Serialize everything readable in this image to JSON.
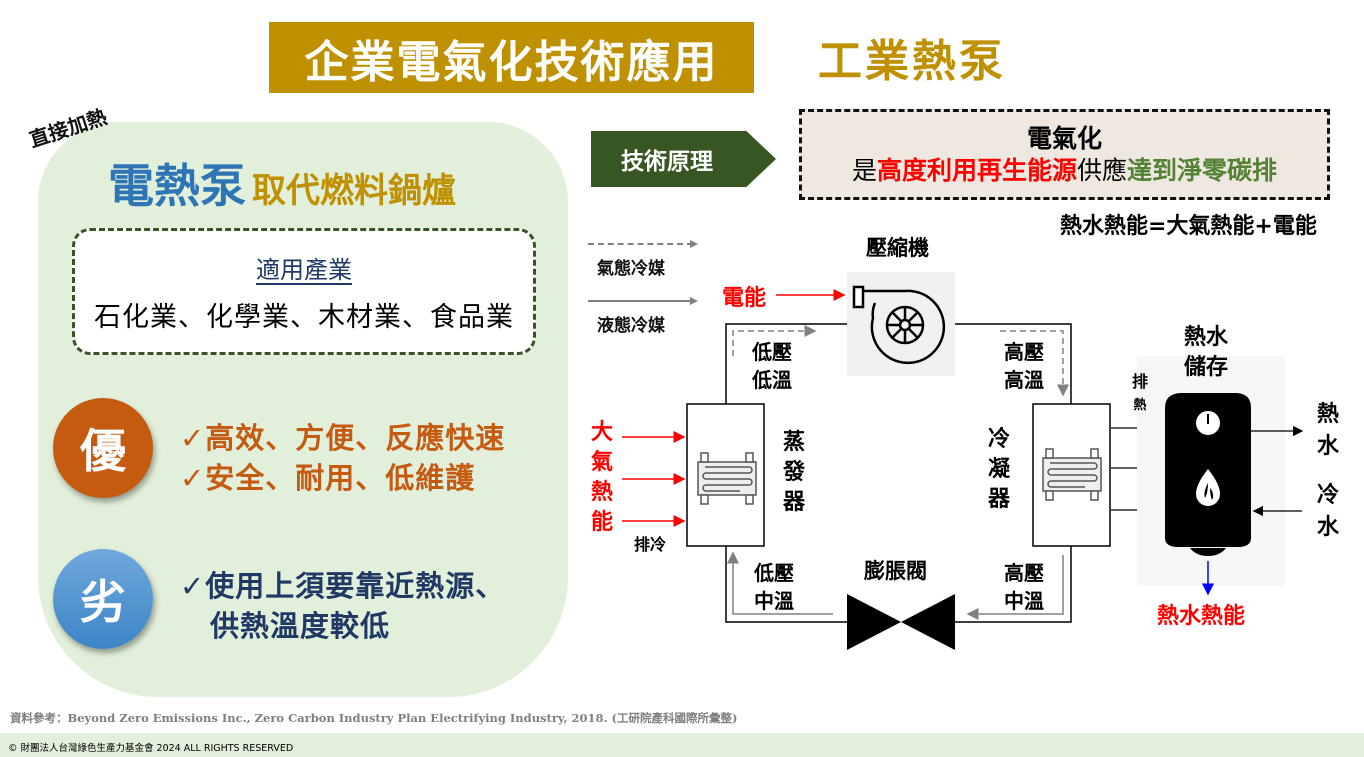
{
  "header": {
    "title": "企業電氣化技術應用",
    "subtitle": "工業熱泵"
  },
  "left_panel": {
    "tag": "直接加熱",
    "headline_main": "電熱泵",
    "headline_rest": "取代燃料鍋爐",
    "industries": {
      "title": "適用產業",
      "list": "石化業、化學業、木材業、食品業"
    },
    "pros": {
      "badge": "優",
      "items": [
        "✓高效、方便、反應快速",
        "✓安全、耐用、低維護"
      ]
    },
    "cons": {
      "badge": "劣",
      "items": [
        "✓使用上須要靠近熱源、",
        "供熱溫度較低"
      ]
    }
  },
  "principle": {
    "label": "技術原理",
    "box_title": "電氣化",
    "box_line": {
      "part1": "是",
      "part2": "高度利用再生能源",
      "part3": "供應",
      "part4": "達到淨零碳排"
    },
    "equation": "熱水熱能=大氣熱能+電能"
  },
  "diagram": {
    "legend": {
      "gas": "氣態冷媒",
      "liquid": "液態冷媒"
    },
    "compressor": "壓縮機",
    "electric_energy": "電能",
    "evaporator": [
      "蒸",
      "發",
      "器"
    ],
    "condenser": [
      "冷",
      "凝",
      "器"
    ],
    "expansion_valve": "膨脹閥",
    "atmospheric_heat": [
      "大",
      "氣",
      "熱",
      "能"
    ],
    "exhaust_cold": "排冷",
    "exhaust_heat": [
      "排",
      "熱"
    ],
    "low_p_low_t": [
      "低壓",
      "低溫"
    ],
    "high_p_high_t": [
      "高壓",
      "高溫"
    ],
    "low_p_mid_t": [
      "低壓",
      "中溫"
    ],
    "high_p_mid_t": [
      "高壓",
      "中溫"
    ],
    "storage": [
      "熱水",
      "儲存"
    ],
    "hot_water": [
      "熱",
      "水"
    ],
    "cold_water": [
      "冷",
      "水"
    ],
    "hot_water_energy": "熱水熱能"
  },
  "footer": {
    "reference": "資料參考：Beyond Zero Emissions Inc., Zero Carbon Industry Plan Electrifying Industry, 2018. (工研院產科國際所彙整)",
    "copyright": "© 財團法人台灣綠色生產力基金會 2024 ALL RIGHTS RESERVED"
  },
  "colors": {
    "gold": "#bf9000",
    "dark_green": "#375623",
    "panel_green": "#e2efda",
    "orange": "#c55a11",
    "blue": "#2e75b6",
    "navy": "#1f3864",
    "red": "#ff0000"
  }
}
